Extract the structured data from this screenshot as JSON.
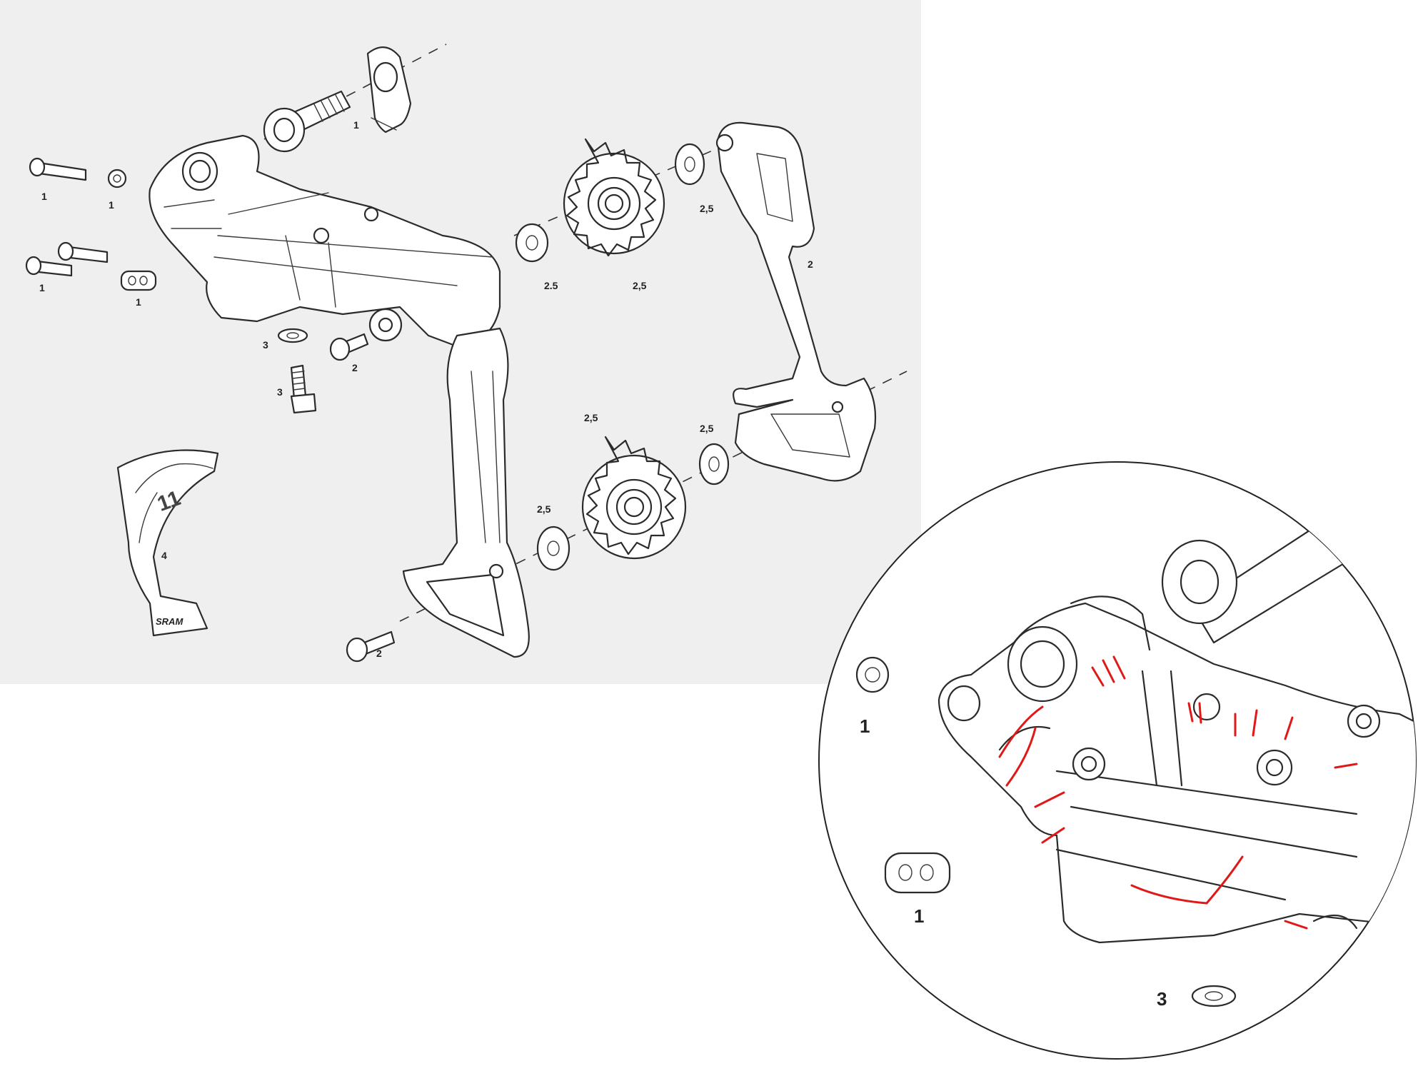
{
  "diagram": {
    "panel_background": "#efefef",
    "callout_background": "#ffffff",
    "highlight_color": "#e01818",
    "logo_text": "SRAM",
    "cage_mark": "11",
    "part_labels": {
      "b_bolt_top": "1",
      "screw_top_left": "1",
      "nut_top": "1",
      "screws_left": "1",
      "barrel_nut": "1",
      "washer_small": "3",
      "bolt_small": "2",
      "screw_set": "3",
      "chain_guide": "4",
      "washer_upper": "2.5",
      "pulley_upper": "2,5",
      "washer_upper_right": "2,5",
      "inner_cage": "2",
      "pulley_lower_top": "2,5",
      "washer_lower_right": "2,5",
      "washer_lower": "2,5",
      "cage_bolt": "2"
    },
    "callout_labels": {
      "nut": "1",
      "barrel_nut": "1",
      "washer": "3"
    }
  }
}
